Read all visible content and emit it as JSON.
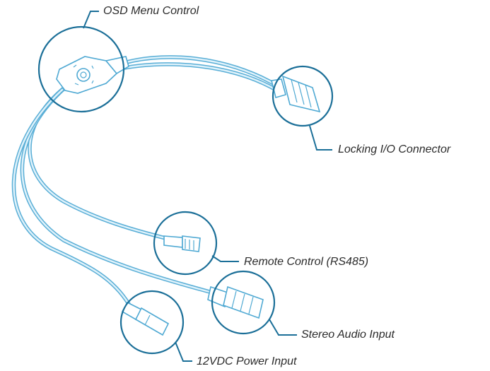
{
  "callouts": {
    "osd": "OSD Menu Control",
    "io": "Locking I/O Connector",
    "rs485": "Remote Control (RS485)",
    "audio": "Stereo Audio Input",
    "power": "12VDC Power Input"
  },
  "colors": {
    "cable": "#9fd6ee",
    "cable_outline": "#4fa9d3",
    "callout": "#1b6f98",
    "text": "#2b2b2b"
  }
}
